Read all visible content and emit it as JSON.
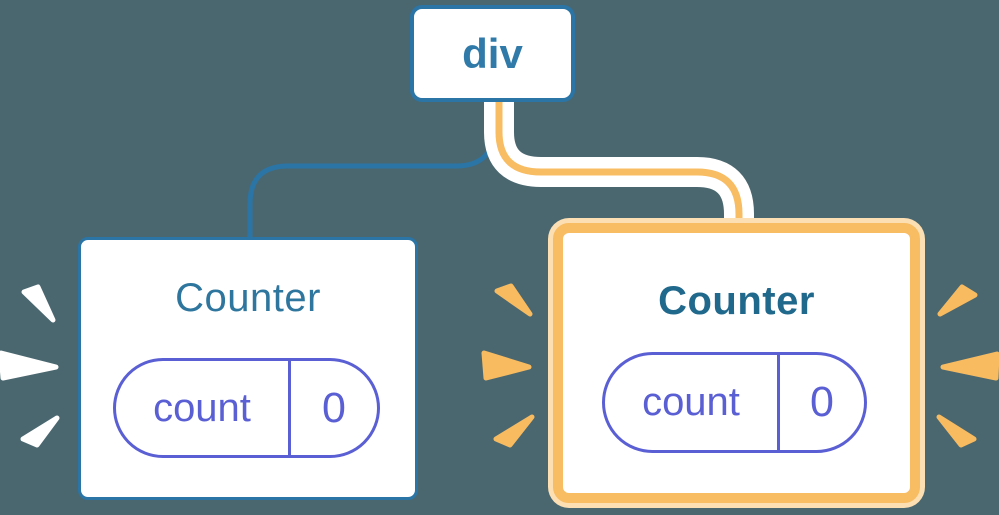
{
  "diagram": {
    "description": "React component tree diagram: root div node with two Counter children holding count state",
    "root": {
      "label": "div"
    },
    "children": [
      {
        "title": "Counter",
        "state_key": "count",
        "state_value": "0",
        "highlighted": false
      },
      {
        "title": "Counter",
        "state_key": "count",
        "state_value": "0",
        "highlighted": true
      }
    ]
  },
  "icons": {
    "left_counter_sparks": "white-burst-spark-icon",
    "right_counter_sparks": "orange-burst-spark-icon"
  },
  "colors": {
    "background": "#4a6770",
    "blue_border": "#2a75a6",
    "blue_text": "#2f7aa8",
    "title_normal": "#2e769e",
    "title_bold": "#20688c",
    "purple": "#5a5fd4",
    "orange": "#f8bc62",
    "orange_pale": "#fcdfb3",
    "spark_orange": "#f8bb60",
    "white": "#ffffff"
  }
}
